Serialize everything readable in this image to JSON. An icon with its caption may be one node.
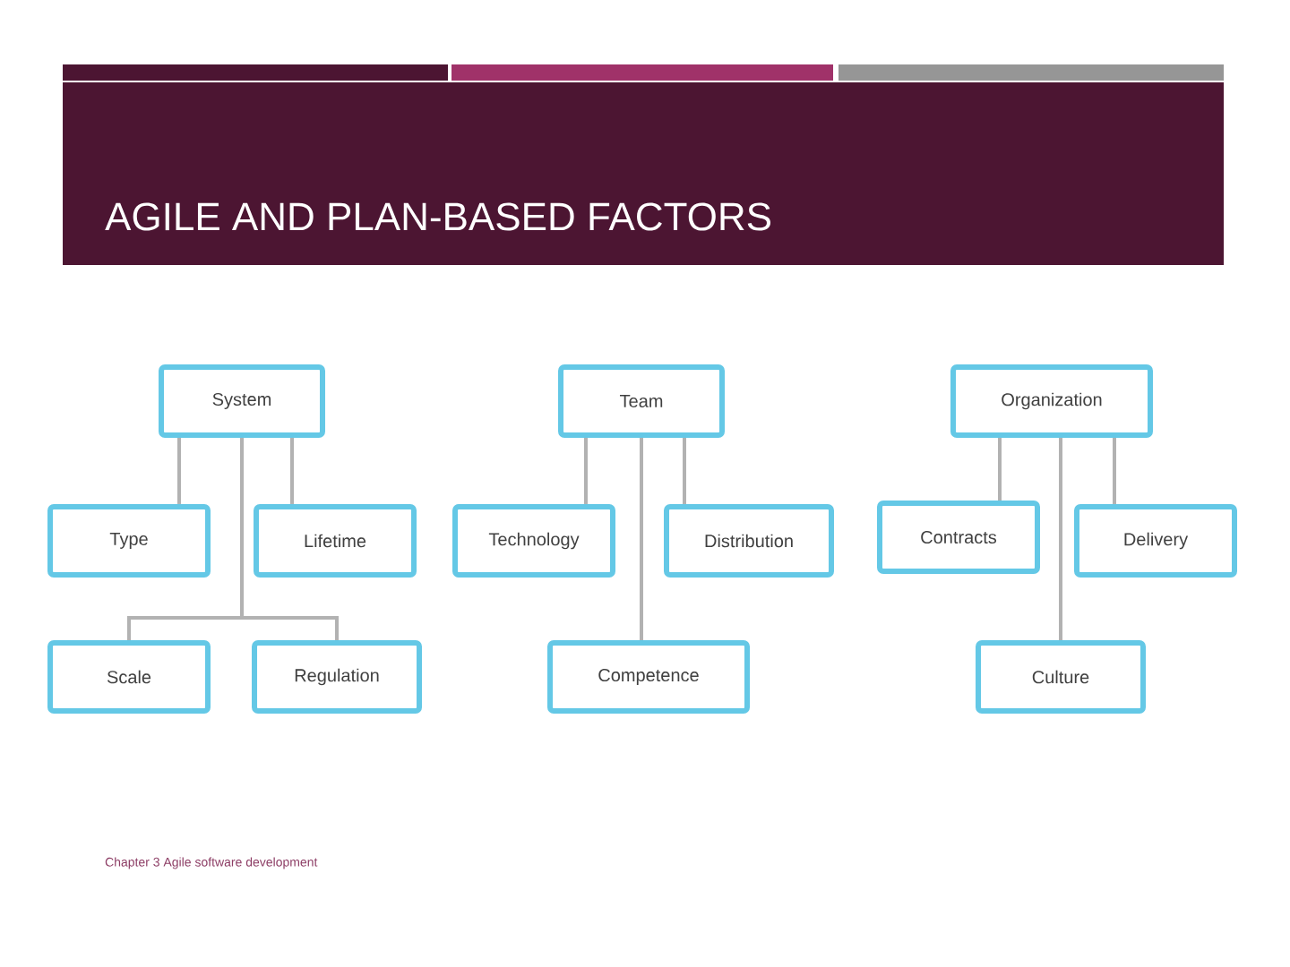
{
  "diagram": {
    "title": "AGILE AND PLAN-BASED FACTORS",
    "nodes": [
      {
        "text": [
          "System"
        ]
      },
      {
        "text": [
          "Type"
        ]
      },
      {
        "text": [
          "Lifetime"
        ]
      },
      {
        "text": [
          "Scale"
        ]
      },
      {
        "text": [
          "Regulation"
        ]
      },
      {
        "text": [
          "Team"
        ]
      },
      {
        "text": [
          "Technology"
        ]
      },
      {
        "text": [
          "Distribution"
        ]
      },
      {
        "text": [
          "Competence"
        ]
      },
      {
        "text": [
          "Organization"
        ]
      },
      {
        "text": [
          "Contracts"
        ]
      },
      {
        "text": [
          "Delivery"
        ]
      },
      {
        "text": [
          "Culture"
        ]
      }
    ],
    "edges": [
      {
        "from": 0,
        "to": 1,
        "arrow": "none"
      },
      {
        "from": 0,
        "to": 2,
        "arrow": "none"
      },
      {
        "from": 0,
        "to": 3,
        "arrow": "none"
      },
      {
        "from": 0,
        "to": 4,
        "arrow": "none"
      },
      {
        "from": 5,
        "to": 6,
        "arrow": "none"
      },
      {
        "from": 5,
        "to": 7,
        "arrow": "none"
      },
      {
        "from": 5,
        "to": 8,
        "arrow": "none"
      },
      {
        "from": 9,
        "to": 10,
        "arrow": "none"
      },
      {
        "from": 9,
        "to": 11,
        "arrow": "none"
      },
      {
        "from": 9,
        "to": 12,
        "arrow": "none"
      }
    ],
    "labels": [
      "Chapter 3 Agile software development"
    ]
  }
}
